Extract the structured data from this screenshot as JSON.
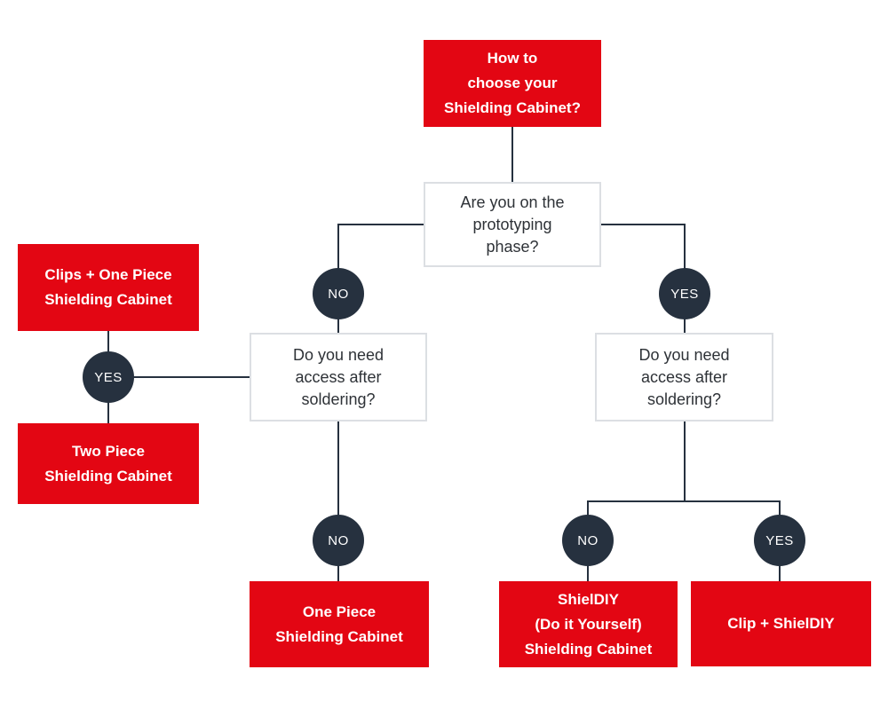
{
  "title": "Shielding cabinet decision flowchart",
  "colors": {
    "background": "#ffffff",
    "result_red": "#e30613",
    "decision_dark": "#26313f",
    "question_border": "#dcdfe3",
    "question_text": "#2e3237",
    "result_text": "#ffffff"
  },
  "nodes": {
    "root": {
      "label": "How to\nchoose your\nShielding Cabinet?"
    },
    "q_prototyping": {
      "label": "Are you on the\nprototyping\nphase?"
    },
    "q_access_left": {
      "label": "Do you need\naccess after\nsoldering?"
    },
    "q_access_right": {
      "label": "Do you need\naccess after\nsoldering?"
    },
    "result_clips_one_piece": {
      "label": "Clips + One Piece\nShielding Cabinet"
    },
    "result_two_piece": {
      "label": "Two Piece\nShielding Cabinet"
    },
    "result_one_piece": {
      "label": "One Piece\nShielding Cabinet"
    },
    "result_shieldiy": {
      "label": "ShielDIY\n(Do it Yourself)\nShielding Cabinet"
    },
    "result_clip_shieldiy": {
      "label": "Clip + ShielDIY"
    }
  },
  "decisions": {
    "no_left": "NO",
    "yes_right": "YES",
    "yes_left": "YES",
    "no_mid": "NO",
    "no_bottom_right": "NO",
    "yes_bottom_right": "YES"
  }
}
